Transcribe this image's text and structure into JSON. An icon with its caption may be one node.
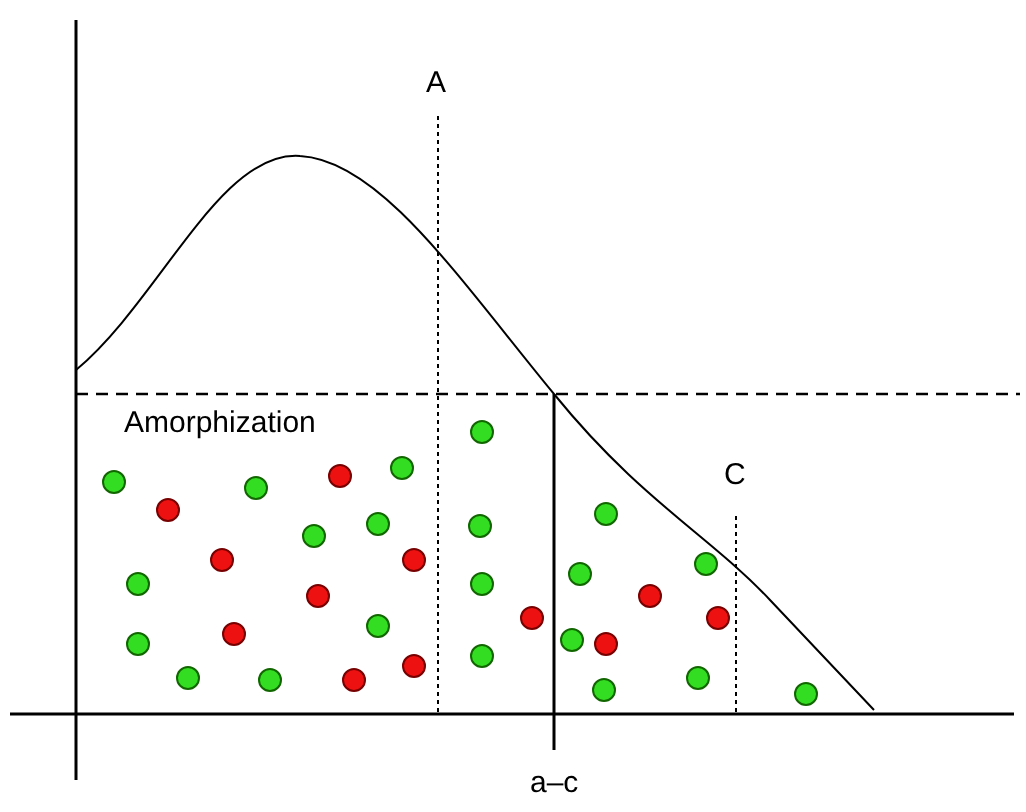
{
  "diagram": {
    "labels": [
      "A",
      "Amorphization",
      "C",
      "a–c"
    ]
  }
}
